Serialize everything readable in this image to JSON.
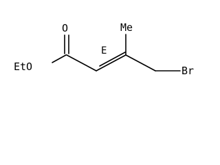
{
  "molecule": {
    "atoms": {
      "ethoxy": "EtO",
      "carbonyl_oxygen": "O",
      "methyl": "Me",
      "bromine": "Br"
    },
    "stereo_descriptor": "E"
  }
}
